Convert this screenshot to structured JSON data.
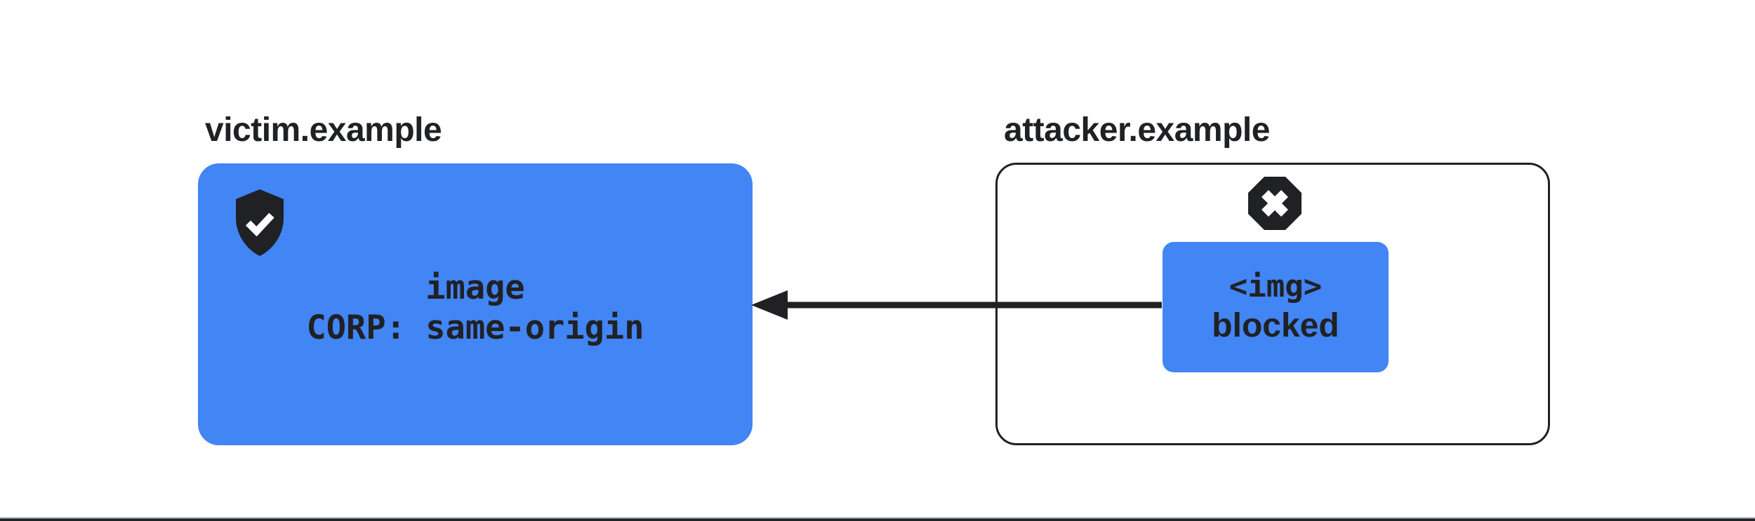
{
  "colors": {
    "accent_blue": "#4285F4",
    "ink": "#202124"
  },
  "victim": {
    "label": "victim.example",
    "icon": "shield-check-icon",
    "resource": {
      "line1": "image",
      "line2": "CORP: same-origin"
    }
  },
  "attacker": {
    "label": "attacker.example",
    "icon": "octagon-x-icon",
    "request": {
      "line1": "<img>",
      "line2": "blocked"
    }
  },
  "arrow": {
    "icon": "left-arrow"
  }
}
